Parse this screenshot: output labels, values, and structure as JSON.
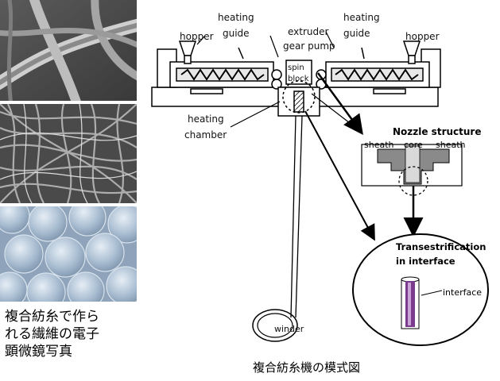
{
  "left_photos": {
    "caption_lines": [
      "複合紡糸で作ら",
      "れる繊維の電子",
      "顕微鏡写真"
    ]
  },
  "machine": {
    "labels": {
      "heating_guide_left": [
        "heating",
        "guide"
      ],
      "heating_guide_right": [
        "heating",
        "guide"
      ],
      "hopper_left": "hopper",
      "hopper_right": "hopper",
      "extruder": "extruder",
      "gear_pump": "gear pump",
      "spin_block": [
        "spin",
        "block"
      ],
      "heating_chamber": [
        "heating",
        "chamber"
      ],
      "winder": "winder"
    },
    "caption": "複合紡糸機の模式図"
  },
  "nozzle": {
    "title": "Nozzle structure",
    "sheath_left": "sheath",
    "core": "core",
    "sheath_right": "sheath"
  },
  "interface_detail": {
    "title": [
      "Transestrification",
      "in interface"
    ],
    "interface_label": "interface"
  },
  "colors": {
    "core_purple": "#7a3a8e",
    "core_highlight": "#c9a4d6",
    "photo_blue": "#9fb4c8",
    "sem_gray": "#6e6e6e"
  }
}
